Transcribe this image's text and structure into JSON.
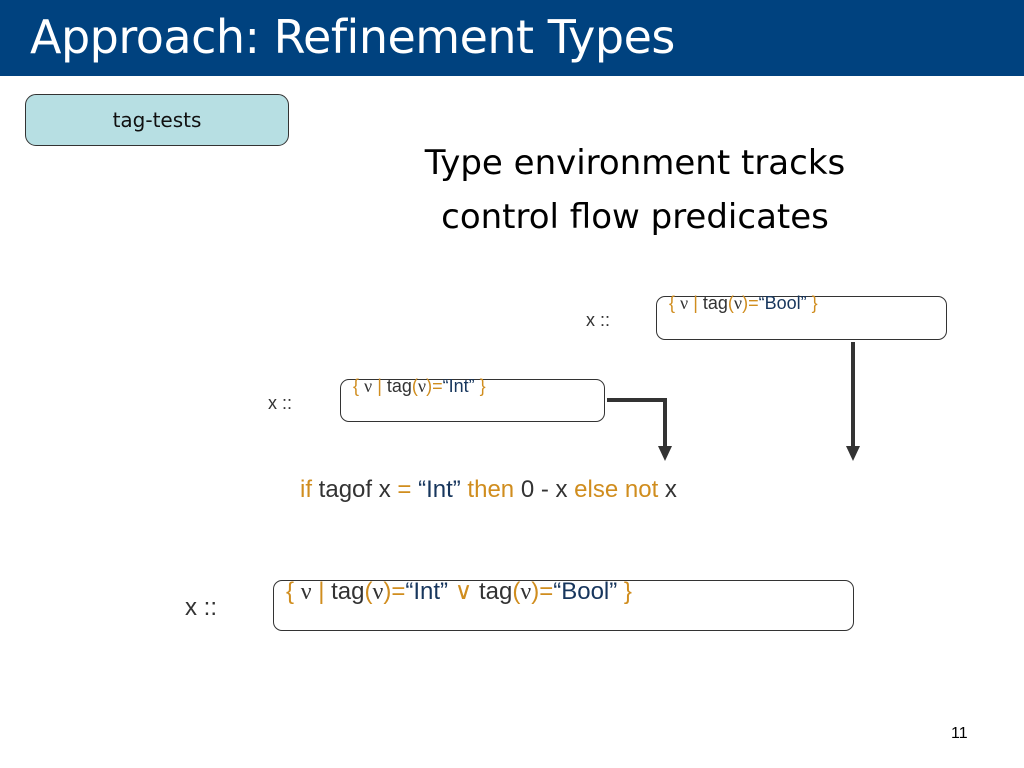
{
  "slide": {
    "title": "Approach: Refinement Types",
    "tag": "tag-tests",
    "headline": [
      "Type environment tracks",
      "control flow predicates"
    ],
    "page_number": "11"
  },
  "bool_binding": {
    "label": "x ::",
    "open": "{",
    "nu": "ν",
    "bar": "|",
    "tag": "tag",
    "lp": "(",
    "rp": ")",
    "eq": "=",
    "value": "“Bool”",
    "close": "}"
  },
  "int_binding": {
    "label": "x ::",
    "open": "{",
    "nu": "ν",
    "bar": "|",
    "tag": "tag",
    "lp": "(",
    "rp": ")",
    "eq": "=",
    "value": "“Int”",
    "close": "}"
  },
  "code_line": {
    "kw_if": "if",
    "expr1": "tagof x",
    "eq": "=",
    "lit": "“Int”",
    "kw_then": "then",
    "expr2": "0 - x",
    "kw_else": "else",
    "kw_not": "not",
    "expr3": "x"
  },
  "union_binding": {
    "label": "x ::",
    "open": "{",
    "nu": "ν",
    "bar": "|",
    "tag": "tag",
    "lp": "(",
    "rp": ")",
    "eq": "=",
    "value1": "“Int”",
    "or": "∨",
    "value2": "“Bool”",
    "close": "}"
  },
  "colors": {
    "title_bar": "#00427f",
    "tag_pill": "#b7dfe3",
    "keyword_orange": "#d08d1e",
    "string_blue": "#17365d"
  }
}
